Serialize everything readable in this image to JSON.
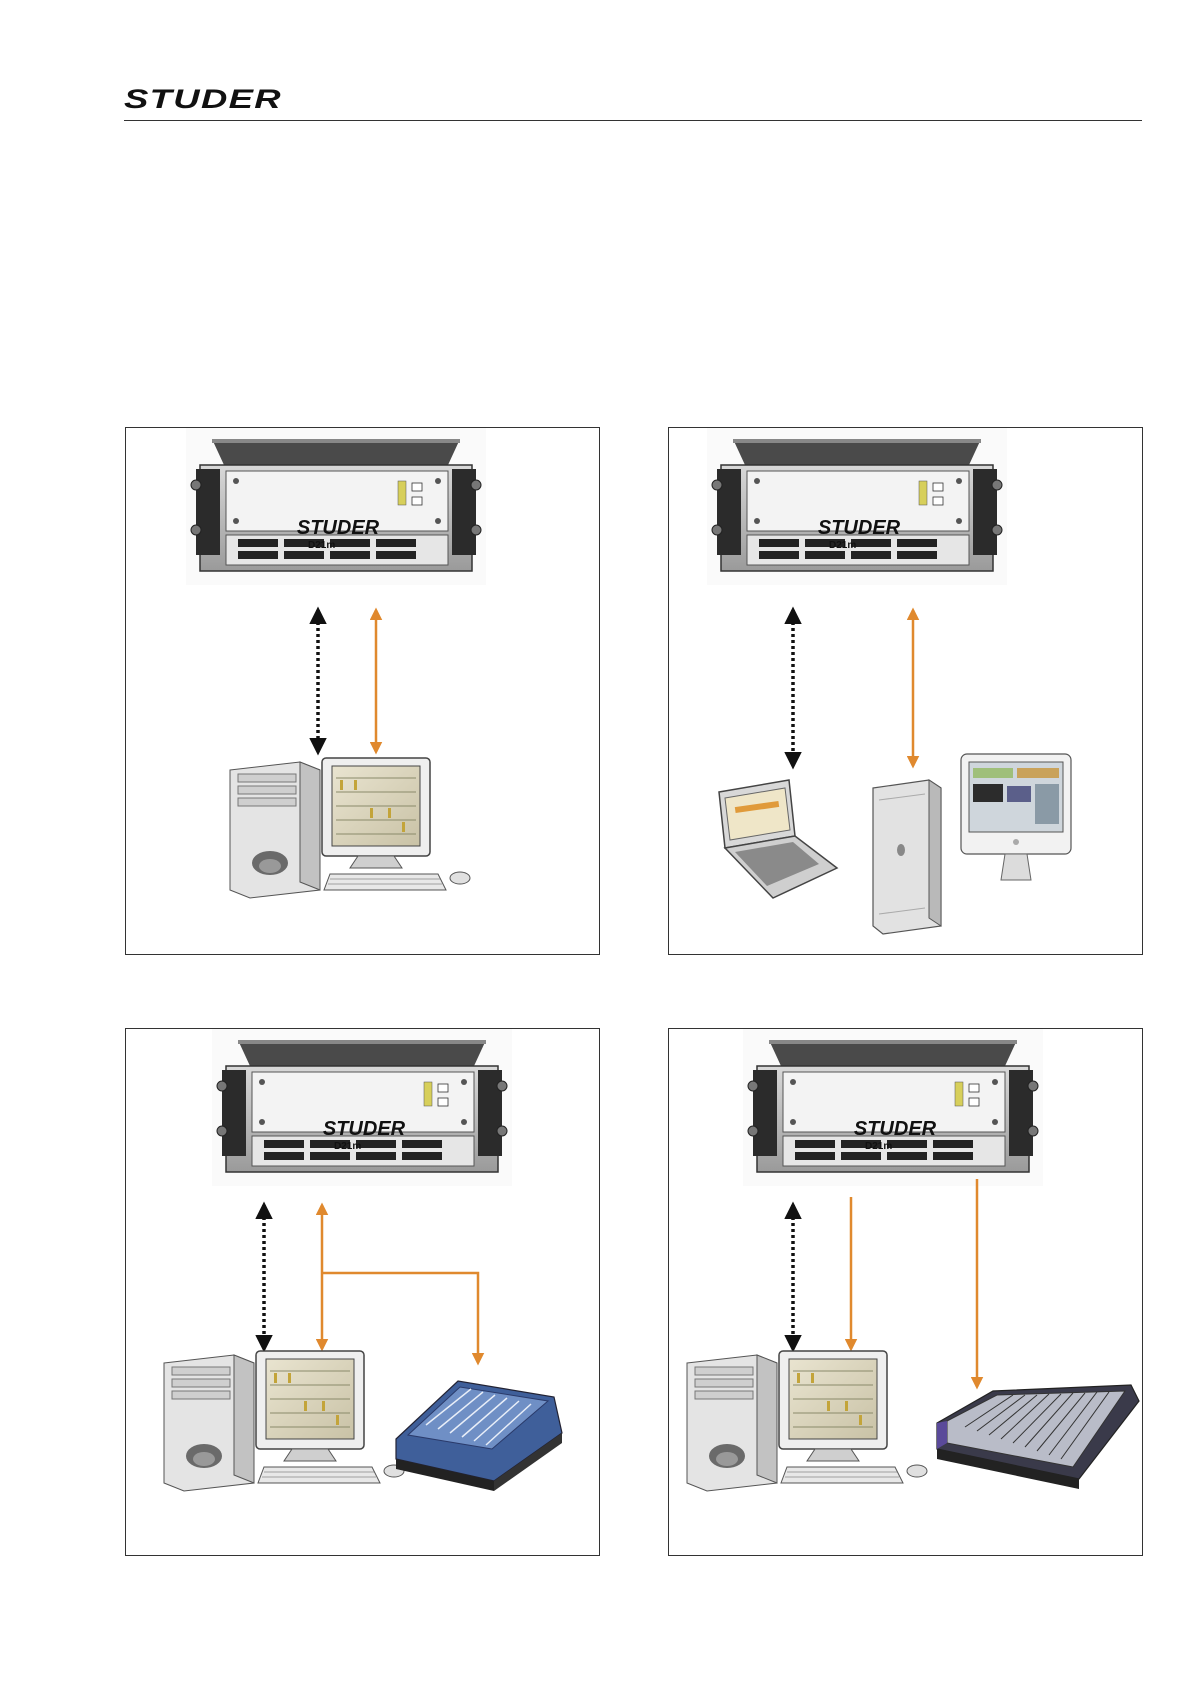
{
  "header": {
    "brand": "STUDER"
  },
  "device": {
    "brand": "STUDER",
    "model": "D21m",
    "subtitle": "AUDIO DIGITAL I/O SYSTEM"
  },
  "colors": {
    "accent_arrow": "#e0892e",
    "control_arrow": "#111111",
    "rule": "#333333",
    "panel_border": "#333333"
  },
  "panels": [
    {
      "devices": [
        "studer-d21m-rack",
        "pc-tower",
        "crt-monitor",
        "keyboard",
        "mouse"
      ]
    },
    {
      "devices": [
        "studer-d21m-rack",
        "laptop",
        "mac-tower",
        "lcd-monitor"
      ]
    },
    {
      "devices": [
        "studer-d21m-rack",
        "pc-tower",
        "crt-monitor",
        "keyboard",
        "mouse",
        "compact-mixing-console"
      ]
    },
    {
      "devices": [
        "studer-d21m-rack",
        "pc-tower",
        "crt-monitor",
        "keyboard",
        "mouse",
        "large-mixing-console"
      ]
    }
  ]
}
